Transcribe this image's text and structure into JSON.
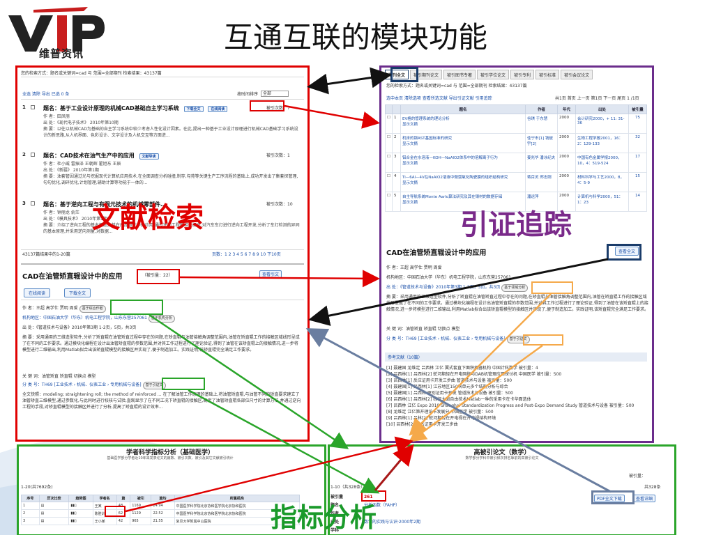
{
  "slide": {
    "title": "互通互联的模块功能",
    "logo_text": "维普资讯",
    "logo_mark": "VIP"
  },
  "labels": {
    "search": "文献检索",
    "citation": "引证追踪",
    "metrics": "指标分析"
  },
  "left_panel": {
    "search_summary": "您的检索方式：题名或关键词=cad 与 范围=全部期刊  检索结果：43137篇",
    "toolbar": "全选 清除 导出  已选 0 条",
    "sort_label": "按时间排序",
    "sort_value": "全部",
    "records": [
      {
        "num": "1",
        "title": "题名：基于工业设计原理的机械CAD基础自主学习系统",
        "author": "作 者：田凤丽",
        "source": "出 处：《现代电子技术》 2010年第10期",
        "abstract": "摘 要：以往以机械CAD为基础的自主学习系统中较少考虑人性化设计因素。在此,提出一种基于工业设计原理进行机械CAD基础学习系统设计的新思路,从人机界面、色彩设计、文字设计及人机交互等方面进...",
        "btn1": "下载全文",
        "btn2": "在线阅读",
        "count": "被引次数：7"
      },
      {
        "num": "2",
        "title": "题名：CAD技术在油气生产中的应用",
        "author": "作 者：杜小威 雷振泽 王朝辉 翟旭东 王辰",
        "source": "出 处：《新疆》 2010年第1期",
        "abstract": "摘 要：油套管因通过光与挖掘现代计算机应用技术,在全面调查分析碰撞,制存,勾苑等关键生产工序流程的基础上,成功开发出了集套探管理,勾勾优化,调碎优化,计划管理,辅助计算等功能于一体的...",
        "btn1": "文献导读",
        "count": "被引次数：1"
      },
      {
        "num": "3",
        "title": "题名：基于逆向工程与有限元技术的机械零部件…",
        "author": "作 者：钟丽龙 俞茫",
        "source": "出 处：《模具技术》 2010年第1期",
        "abstract": "摘 要：介绍了逆向工程的基本概念及其在产品设计中的应用,通过逆向工程的相关概念,对汽车车灯进行逆向工程开发,分析了车灯检测的异同的基本原理,并采用逆向测量,对数据...",
        "count": "被引次数：10"
      }
    ],
    "footer_left": "43137篇结果中的1-20篇",
    "footer_right": "页数：1 2 3 4 5 6 7 8 9 10 下10页",
    "detail": {
      "title": "CAD在油管矫直辊设计中的应用",
      "cited": "（被引量：22）",
      "btn_read": "在线阅读",
      "btn_download": "下载全文",
      "btn_cite": "查看引文",
      "author": "作 者：王超 高学仕 贾明 周爱",
      "author_badge": "基于综合作者",
      "org": "机构地区：中国石油大学（华东）机电工程学院，山东东营257061",
      "org_badge": "基于机构分析",
      "source": "出 处：《管道技术与设备》2010年第3期 1-2页，5页，共3页",
      "abstract": "摘 要：采用通用的三维造型软件,分析了矫直辊在油管矫直过程中存在的问题,在矫直辊与油管接触角调整范围内,油管在矫直辊工作的接触区域线形呈成了在不同的工作要求。通过模块化编程在设计出油管矫直辊的参数范围,并对其工作过程进行了理论验证,得到了油管在该矫直辊上的接触情况,进一步将模型进行二维输出,利用Matlab拟合出该矫直辊模型的接触区并实现了,便于制造加工。实践证明,该矫直辊完全满足工作要求。",
      "keywords": "关 键 词：油管矫直 矫直辊 切换点 模型",
      "class": "分 类 号：TH69 [工业技术 › 机械、仪表工业 › 专用机械与设备]",
      "class_badge": "基于引证文",
      "fulltext": "全文快照：modeling; straightening roll; the method of reinforced ... 在了解油管工作原理的基础上,将油管矫直辊,与油管不同的矫直要求建立了油管矫直三维模型,通过参数化,与此同时进行校核与试验,直观显示了在不同工况下矫直辊的接触区,确定了油管矫直辊各部位尺寸的计算方法,并通过逆向工程的手段,对矫直辊模型的接触区并进行了分析,提高了矫直辊的设计效率..."
    }
  },
  "right_panel": {
    "tabs": [
      "期刊全文",
      "被引期刊论文",
      "被引图书专著",
      "被引学位论文",
      "被引专利",
      "被引标准",
      "被引会议论文"
    ],
    "search_summary": "您的检索方式：题名或关键词=cad 与 范围=全部期刊  检索结果：43137篇",
    "toolbar": "选中本页 清除选项 查看所选文献 导出引证文献 引用追踪",
    "pager": "共1页 首页 上一页 第1页 下一页 尾页 1 /1页",
    "headers": [
      "",
      "",
      "题名",
      "作者",
      "年代",
      "出处",
      "被引量"
    ],
    "rows": [
      {
        "idx": "1",
        "title": "EV格的管理系统的理论分析",
        "author": "谷琪 于东慧",
        "year": "2000",
        "src": "会计研究2000，+ 11: 31-36",
        "cited": "75"
      },
      {
        "idx": "2",
        "title": "机床的钢AST基因标准的研究",
        "author": "佳宁市[1] 钱彼宇[2]",
        "year": "2000",
        "src": "生物工程学报2001，16：2：129-133",
        "cited": "32"
      },
      {
        "idx": "3",
        "title": "铝合金在水溶液—KOH—NaAlO2体系中的溶解离子行为",
        "author": "姜兆华 潘冰纪夫",
        "year": "2000",
        "src": "中国有色金属学报2000，10，4：519-524",
        "cited": "17"
      },
      {
        "idx": "4",
        "title": "Ti—6Al—4V在NaAlO2溶液中微弧氧化陶瓷膜的组织结构研究",
        "author": "蒋百灵 郑志刚",
        "year": "2000",
        "src": "材料科学与工艺2000，8，4：5-9",
        "cited": "15"
      },
      {
        "idx": "5",
        "title": "自主导航系统Monte Aarlo算法研究及其在钢材的数据存储",
        "author": "潘运萍",
        "year": "2000",
        "src": "计算机与科学2000，51：1：23",
        "cited": "14"
      }
    ],
    "view_full": "显示文摘",
    "detail": {
      "title": "CAD在油管矫直辊设计中的应用",
      "view_btn": "查看全文",
      "author": "作 者：王超 高学仕 贾明 周爱",
      "org": "机构地区：中国石油大学（华东）机电工程学院，山东东营257061",
      "source": "出 处：《管道技术与设备》2010年第3期 1-2页，5页，共3页",
      "source_badge": "基于领域分析",
      "abstract": "摘 要：采用通用的三维造型软件,分析了矫直辊在油管矫直过程中存在的问题,在矫直辊与油管接触角调整范围内,油管在矫直辊工作的接触区域线形呈成了在不同的工作要求。通过模块化编程在设计出油管矫直辊的参数范围,并对其工作过程进行了理论验证,得到了油管在该矫直辊上的接触情况,进一步将模型进行二维输出,利用Matlab拟合出该矫直辊模型的接触区并实现了,便于制造加工。实践证明,该矫直辊完全满足工作要求。",
      "keywords": "关 键 词：油管矫直 矫直辊 切换点 模型",
      "class": "分 类 号：TH69 [工业技术 › 机械、仪表工业 › 专用机械与设备]",
      "class_badge": "基于引证文",
      "refs_header": "参考文献（10篇）",
      "refs": [
        "[1] 聂建国 龙维定 吕西林 江亿 翼式套直下面积机器机构 中国计科数学 被引量：4",
        "[2] 吕西林[1] 吕西林[2] 蛇河期轻在开电网络与DAB机管理应用探讨机 中国医学 被引量：500",
        "[3] 吕西林[1] 反应证用卡开发三步曲 管道技术与设备 被引量：500",
        "[4] 聂建国[1] 吕西林[1] 江苏地区150块单元多个结构分析与综合",
        "[5] 聂建国[1] 吕西林 更别证用卡开发 管道技术与设备 被引量：500",
        "[6] 吕西林[1] 吕西林[2] 综行大面自由技术Matlab一种的采用卡在卡华面选体",
        "[7] 吕西林 江亿 Expo 2010 Shanghai Standardization Progress and Post-Expo Demand Study 管道技术与设备 被引量：500",
        "[8] 龙维定 江亿第开理论卡发展分 中国医学 被引量：500",
        "[9] 吕西林[1] 吕林[2] 蛇河期轻在开电视在开电视结构环境",
        "[10] 吕西林[2] 取名证用卡开发三步曲"
      ]
    }
  },
  "bottom_left": {
    "title": "学者科学指标分析（基础医学）",
    "subtitle": "基础医学部分学者近10年来发表论文的篇数、被引次数、被引及其它文献被引统计",
    "range": "1-20(共7692条)",
    "headers": [
      "序号",
      "历次比较",
      "趋势图",
      "学者名",
      "篇",
      "被引",
      "篇均",
      "所属机构"
    ],
    "rows": [
      {
        "idx": "1",
        "name": "王某",
        "papers": "48",
        "cites": "1169",
        "avg": "24.94",
        "org": "中国医学科学院北京协和医学院北京协和医院"
      },
      {
        "idx": "2",
        "name": "陈胜训",
        "papers": "62",
        "cites": "1129",
        "avg": "22.52",
        "org": "中国医学科学院北京协和医学院北京协和医院"
      },
      {
        "idx": "3",
        "name": "王小某",
        "papers": "42",
        "cites": "965",
        "avg": "21.55",
        "org": "复旦大学附属中山医院"
      }
    ]
  },
  "bottom_right": {
    "title": "高被引论文（数学）",
    "subtitle": "数学部分学科中被引频次排名靠前的高被引论文",
    "range": "1-10（共328条）",
    "pdf_btn": "PDF全文下载",
    "view_btn": "查看详细",
    "sort_label": "被引量：",
    "page_label": "共328条",
    "cited_val": "261",
    "fields": [
      "被引量",
      "题名",
      "作者",
      "出处",
      "学科"
    ],
    "title_val": "分析函数（FAHP）",
    "src_val": "数学的实践与认识·2000年2期"
  }
}
